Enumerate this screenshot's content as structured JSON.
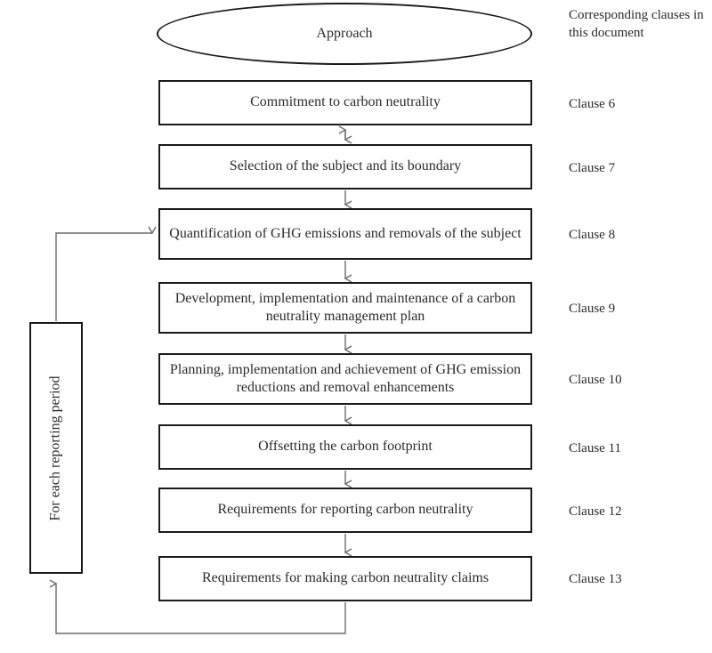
{
  "diagram": {
    "title_node": {
      "label": "Approach",
      "shape": "ellipse"
    },
    "right_column": {
      "header": "Corresponding clauses in this document",
      "notes": [
        {
          "label": "Clause 6"
        },
        {
          "label": "Clause 7"
        },
        {
          "label": "Clause 8"
        },
        {
          "label": "Clause 9"
        },
        {
          "label": "Clause 10"
        },
        {
          "label": "Clause 11"
        },
        {
          "label": "Clause 12"
        },
        {
          "label": "Clause 13"
        }
      ]
    },
    "steps": [
      {
        "label": "Commitment to carbon neutrality",
        "clause": "Clause 6"
      },
      {
        "label": "Selection of the subject and its boundary",
        "clause": "Clause 7"
      },
      {
        "label": "Quantification of GHG emissions and removals of the subject",
        "clause": "Clause 8"
      },
      {
        "label": "Development, implementation and maintenance of a carbon neutrality management plan",
        "clause": "Clause 9"
      },
      {
        "label": "Planning, implementation and achievement of GHG emission reductions and removal enhancements",
        "clause": "Clause 10"
      },
      {
        "label": "Offsetting the carbon footprint",
        "clause": "Clause 11"
      },
      {
        "label": "Requirements for reporting carbon neutrality",
        "clause": "Clause 12"
      },
      {
        "label": "Requirements for making carbon neutrality claims",
        "clause": "Clause 13"
      }
    ],
    "loop_box": {
      "label": "For each reporting period",
      "orientation": "vertical"
    },
    "connectors": [
      {
        "from": "Commitment to carbon neutrality",
        "to": "Selection of the subject and its boundary",
        "type": "double-arrow"
      },
      {
        "from": "Selection of the subject and its boundary",
        "to": "Quantification of GHG emissions and removals of the subject",
        "type": "arrow-down"
      },
      {
        "from": "Quantification of GHG emissions and removals of the subject",
        "to": "Development, implementation and maintenance of a carbon neutrality management plan",
        "type": "arrow-down"
      },
      {
        "from": "Development, implementation and maintenance of a carbon neutrality management plan",
        "to": "Planning, implementation and achievement of GHG emission reductions and removal enhancements",
        "type": "arrow-down"
      },
      {
        "from": "Planning, implementation and achievement of GHG emission reductions and removal enhancements",
        "to": "Offsetting the carbon footprint",
        "type": "arrow-down"
      },
      {
        "from": "Offsetting the carbon footprint",
        "to": "Requirements for reporting carbon neutrality",
        "type": "arrow-down"
      },
      {
        "from": "Requirements for reporting carbon neutrality",
        "to": "Requirements for making carbon neutrality claims",
        "type": "arrow-down"
      },
      {
        "from": "Requirements for making carbon neutrality claims",
        "to": "For each reporting period",
        "type": "feedback-arrow-up"
      },
      {
        "from": "For each reporting period",
        "to": "Quantification of GHG emissions and removals of the subject",
        "type": "feedback-arrow-right"
      }
    ]
  },
  "colors": {
    "stroke": "#1a1a1a",
    "connector": "#6b6b6b",
    "text": "#2b2b2b",
    "background": "#ffffff"
  }
}
